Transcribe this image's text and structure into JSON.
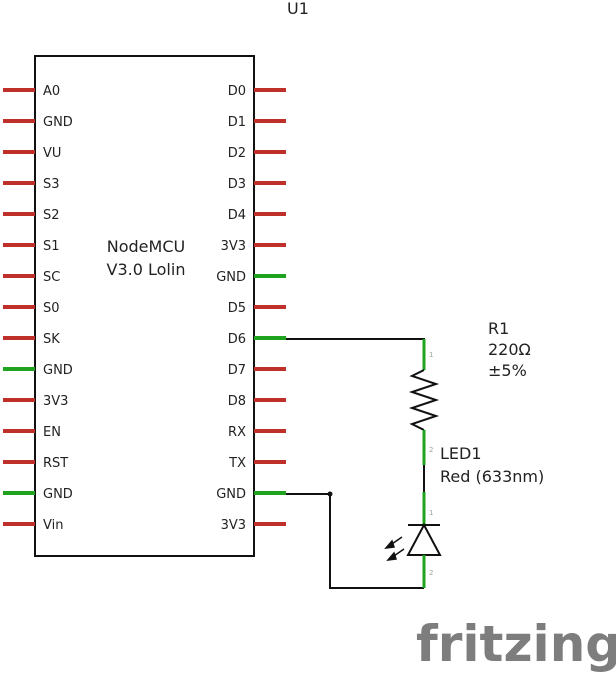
{
  "mcu": {
    "ref": "U1",
    "name_line1": "NodeMCU",
    "name_line2": "V3.0 Lolin",
    "left_pins": [
      "A0",
      "GND",
      "VU",
      "S3",
      "S2",
      "S1",
      "SC",
      "S0",
      "SK",
      "GND",
      "3V3",
      "EN",
      "RST",
      "GND",
      "Vin"
    ],
    "right_pins": [
      "D0",
      "D1",
      "D2",
      "D3",
      "D4",
      "3V3",
      "GND",
      "D5",
      "D6",
      "D7",
      "D8",
      "RX",
      "TX",
      "GND",
      "3V3"
    ],
    "left_pin_colors": [
      "red",
      "red",
      "red",
      "red",
      "red",
      "red",
      "red",
      "red",
      "red",
      "green",
      "red",
      "red",
      "red",
      "green",
      "red"
    ],
    "right_pin_colors": [
      "red",
      "red",
      "red",
      "red",
      "red",
      "red",
      "green",
      "red",
      "green",
      "red",
      "red",
      "red",
      "red",
      "green",
      "red"
    ]
  },
  "resistor": {
    "ref": "R1",
    "value": "220Ω",
    "tolerance": "±5%",
    "pin1": "1",
    "pin2": "2"
  },
  "led": {
    "ref": "LED1",
    "value": "Red (633nm)",
    "pin1": "1",
    "pin2": "2"
  },
  "logo": "fritzing",
  "colors": {
    "pin_unconnected": "#c0302b",
    "pin_connected": "#1fa31f",
    "wire": "#111111",
    "outline": "#111111"
  }
}
